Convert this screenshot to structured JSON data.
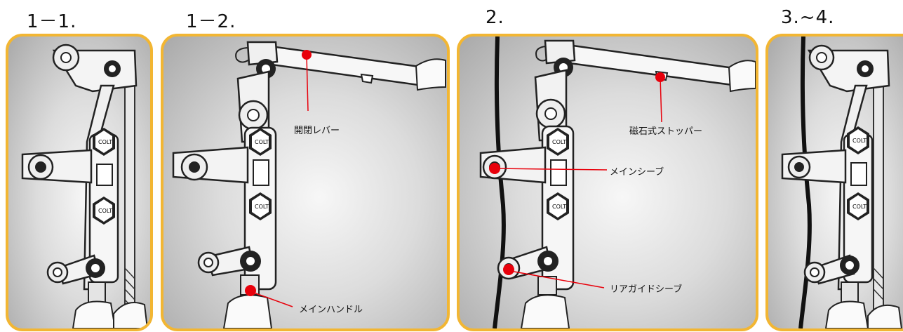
{
  "steps": [
    {
      "label": "1－1."
    },
    {
      "label": "1－2."
    },
    {
      "label": "2."
    },
    {
      "label": "3.~4."
    }
  ],
  "callouts": {
    "lever": "開閉レバー",
    "main_handle": "メインハンドル",
    "magnetic_stopper": "磁石式ストッパー",
    "main_sheave": "メインシーブ",
    "rear_guide_sheave": "リアガイドシーブ"
  },
  "brand_text": "COLT",
  "colors": {
    "panel_border": "#f2b633",
    "marker": "#e8000b",
    "rope": "#111111"
  }
}
